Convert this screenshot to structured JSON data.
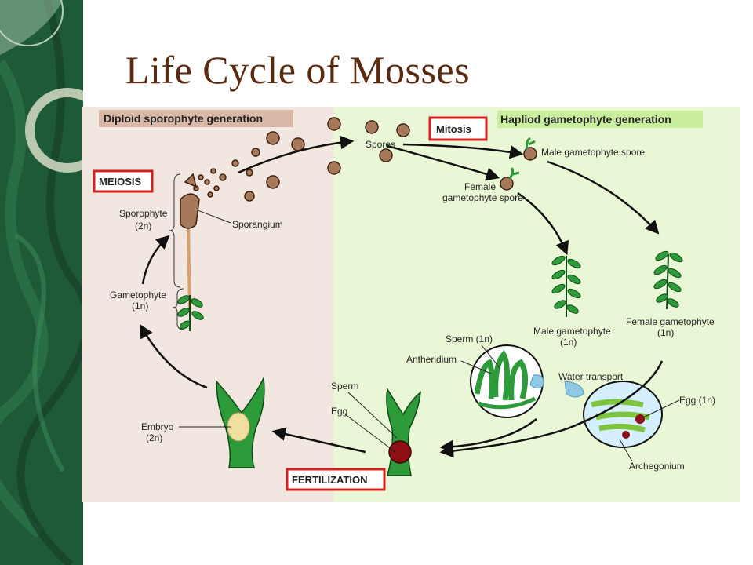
{
  "slide": {
    "title": "Life Cycle of Mosses"
  },
  "diagram": {
    "headers": {
      "diploid": "Diploid sporophyte generation",
      "haploid": "Hapliod gametophyte generation"
    },
    "stage_boxes": {
      "meiosis": "MEIOSIS",
      "mitosis": "Mitosis",
      "fertilization": "FERTILIZATION"
    },
    "labels": {
      "spores": "Spores",
      "male_gametophyte_spore": "Male gametophyte spore",
      "female_spore_1": "Female",
      "female_spore_2": "gametophyte spore",
      "sporophyte_1": "Sporophyte",
      "sporophyte_2": "(2n)",
      "sporangium": "Sporangium",
      "gametophyte_1": "Gametophyte",
      "gametophyte_2": "(1n)",
      "male_gametophyte_1": "Male gametophyte",
      "male_gametophyte_2": "(1n)",
      "female_gametophyte_1": "Female gametophyte",
      "female_gametophyte_2": "(1n)",
      "sperm_1n": "Sperm (1n)",
      "antheridium": "Antheridium",
      "water_transport": "Water transport",
      "egg_1n": "Egg (1n)",
      "archegonium": "Archegonium",
      "sperm": "Sperm",
      "egg": "Egg",
      "embryo_1": "Embryo",
      "embryo_2": "(2n)"
    },
    "colors": {
      "diploid_bg": "#f2e6e0",
      "haploid_bg": "#eaf7d6",
      "spore": "#a8785a",
      "plant_green": "#2e9b3a",
      "stage_border": "#d42020",
      "egg": "#8b0f14",
      "embryo": "#efe0a0",
      "water": "#8fc9e6"
    }
  }
}
